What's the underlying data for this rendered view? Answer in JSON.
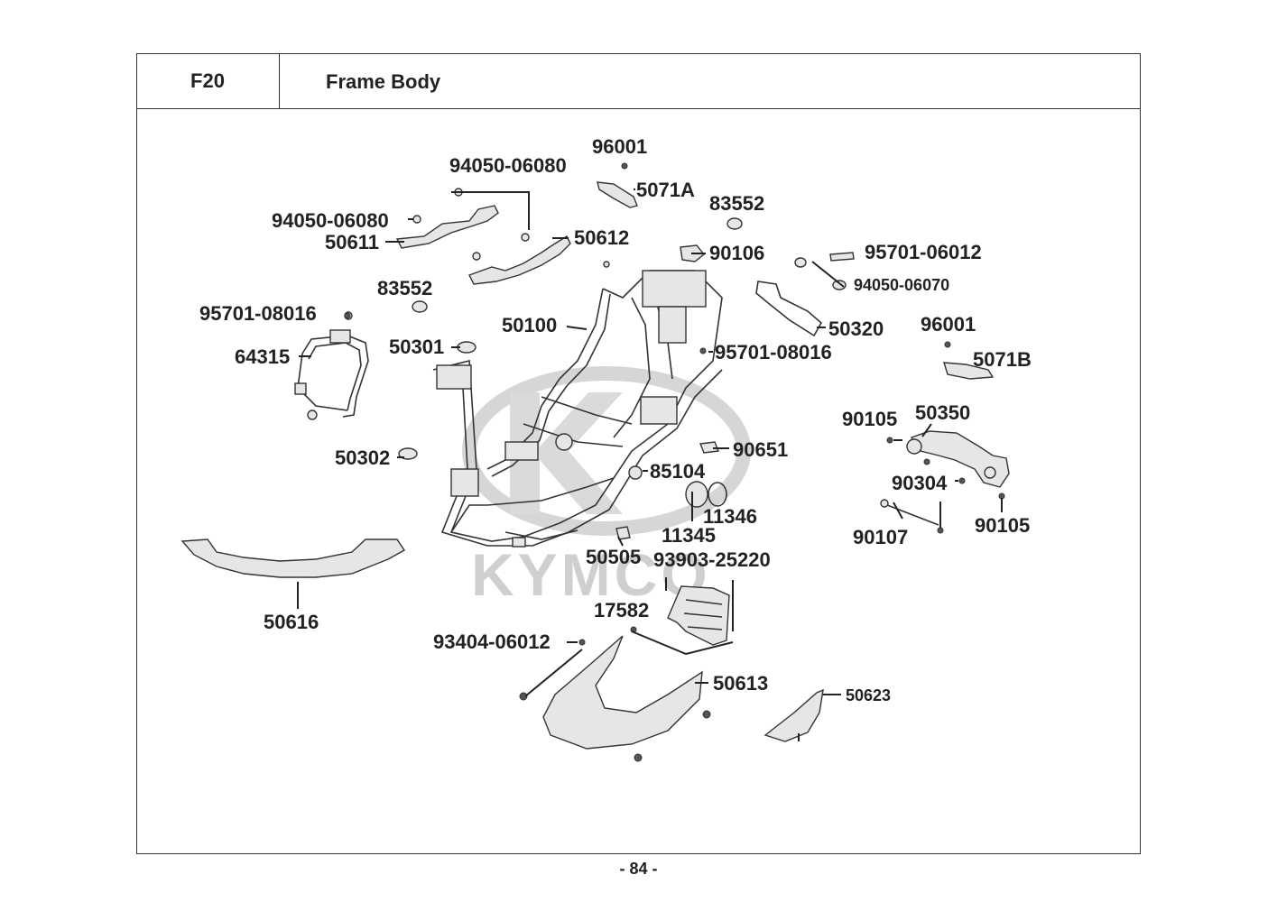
{
  "header": {
    "code": "F20",
    "title": "Frame Body"
  },
  "page_number": "- 84 -",
  "watermark": {
    "brand": "KYMCO"
  },
  "parts": {
    "p96001_top": "96001",
    "p94050_06080_top": "94050-06080",
    "p5071A": "5071A",
    "p83552_top": "83552",
    "p94050_06080_left": "94050-06080",
    "p50611": "50611",
    "p50612": "50612",
    "p90106": "90106",
    "p95701_06012": "95701-06012",
    "p94050_06070": "94050-06070",
    "p83552_mid": "83552",
    "p95701_08016_left": "95701-08016",
    "p50100": "50100",
    "p50320": "50320",
    "p96001_right": "96001",
    "p64315": "64315",
    "p50301": "50301",
    "p95701_08016_mid": "95701-08016",
    "p5071B": "5071B",
    "p90105_a": "90105",
    "p50350": "50350",
    "p50302": "50302",
    "p90651": "90651",
    "p85104": "85104",
    "p90304": "90304",
    "p11346": "11346",
    "p11345": "11345",
    "p90107": "90107",
    "p90105_b": "90105",
    "p50505": "50505",
    "p93903_25220": "93903-25220",
    "p50616": "50616",
    "p17582": "17582",
    "p93404_06012": "93404-06012",
    "p50613": "50613",
    "p50623": "50623"
  }
}
